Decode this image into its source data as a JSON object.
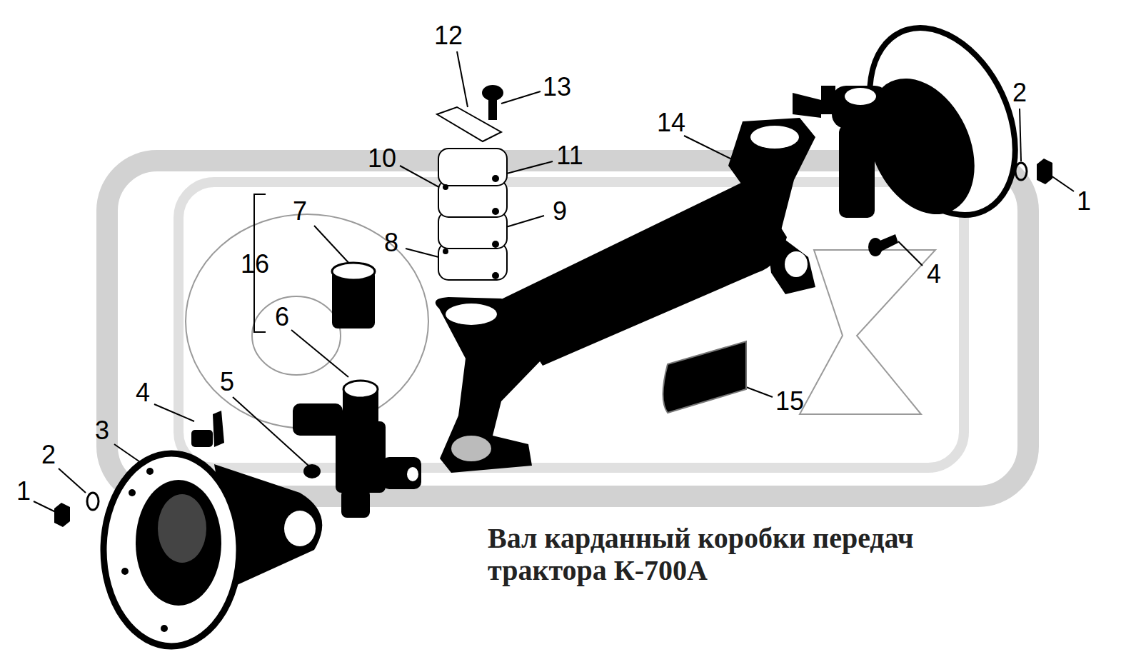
{
  "diagram": {
    "title": "Вал карданный коробки передач трактора К-700А",
    "labels": [
      "12",
      "13",
      "14",
      "2",
      "1",
      "10",
      "11",
      "9",
      "7",
      "16",
      "8",
      "6",
      "4",
      "5",
      "15",
      "4",
      "3",
      "2",
      "1"
    ]
  }
}
